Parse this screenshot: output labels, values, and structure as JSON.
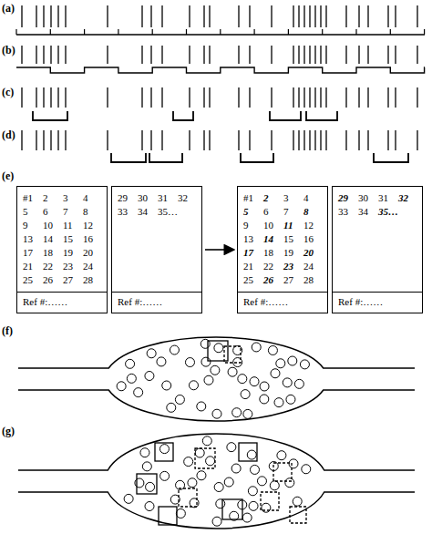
{
  "diagram": {
    "nodes": [
      {
        "text": [
          "#1",
          "2",
          "3",
          "4",
          "5",
          "6",
          "7",
          "8",
          "9",
          "10",
          "11",
          "12",
          "13",
          "14",
          "15",
          "16",
          "17",
          "18",
          "19",
          "20",
          "21",
          "22",
          "23",
          "24",
          "25",
          "26",
          "27",
          "28",
          "Ref #:……"
        ]
      },
      {
        "text": [
          "29",
          "30",
          "31",
          "32",
          "33",
          "34",
          "35…",
          "Ref #:……"
        ]
      },
      {
        "text": [
          "#1",
          "2",
          "3",
          "4",
          "5",
          "6",
          "7",
          "8",
          "9",
          "10",
          "11",
          "12",
          "13",
          "14",
          "15",
          "16",
          "17",
          "18",
          "19",
          "20",
          "21",
          "22",
          "23",
          "24",
          "25",
          "26",
          "27",
          "28",
          "Ref #:……"
        ]
      },
      {
        "text": [
          "29",
          "30",
          "31",
          "32",
          "33",
          "34",
          "35…",
          "Ref #:……"
        ]
      }
    ],
    "edges": [
      {
        "from": 1,
        "to": 2,
        "arrow": "to"
      }
    ],
    "labels": [
      "(a)",
      "(b)",
      "(c)",
      "(d)",
      "(e)",
      "(f)",
      "(g)"
    ]
  }
}
